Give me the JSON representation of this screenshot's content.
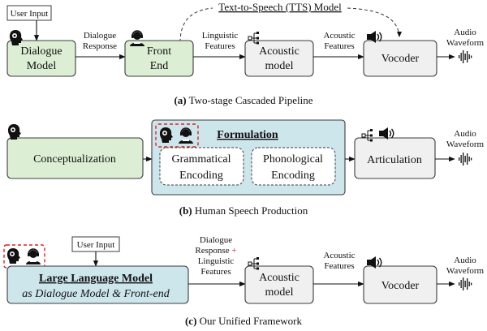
{
  "colors": {
    "green_box": "#dcefd4",
    "gray_box": "#f0f0f0",
    "blue_box": "#cde6ec",
    "red_dashed": "#e02020",
    "plus_red": "#e02020"
  },
  "icons": [
    "brain-head-icon",
    "headset-person-icon",
    "speaker-icon",
    "waveform-icon",
    "feature-tree-icon"
  ],
  "panel_a": {
    "tts_label": "Text-to-Speech (TTS) Model",
    "user_input": "User Input",
    "dialogue_model": [
      "Dialogue",
      "Model"
    ],
    "dialogue_response": [
      "Dialogue",
      "Response"
    ],
    "front_end": [
      "Front",
      "End"
    ],
    "linguistic_features": [
      "Linguistic",
      "Features"
    ],
    "acoustic_model": [
      "Acoustic",
      "model"
    ],
    "acoustic_features": [
      "Acoustic",
      "Features"
    ],
    "vocoder": "Vocoder",
    "audio_waveform": [
      "Audio",
      "Waveform"
    ],
    "caption_letter": "(a)",
    "caption_text": " Two-stage Cascaded Pipeline"
  },
  "panel_b": {
    "conceptualization": "Conceptualization",
    "formulation": "Formulation",
    "grammatical": [
      "Grammatical",
      "Encoding"
    ],
    "phonological": [
      "Phonological",
      "Encoding"
    ],
    "articulation": "Articulation",
    "audio_waveform": [
      "Audio",
      "Waveform"
    ],
    "caption_letter": "(b)",
    "caption_text": " Human Speech Production"
  },
  "panel_c": {
    "user_input": "User Input",
    "llm_title": "Large Language Model",
    "llm_sub": "as Dialogue Model & Front-end",
    "dialogue_response": "Dialogue",
    "response_plus": [
      "Response",
      "+"
    ],
    "linguistic_features": [
      "Linguistic",
      "Features"
    ],
    "acoustic_model": [
      "Acoustic",
      "model"
    ],
    "acoustic_features": [
      "Acoustic",
      "Features"
    ],
    "vocoder": "Vocoder",
    "audio_waveform": [
      "Audio",
      "Waveform"
    ],
    "caption_letter": "(c)",
    "caption_text": " Our Unified Framework"
  }
}
